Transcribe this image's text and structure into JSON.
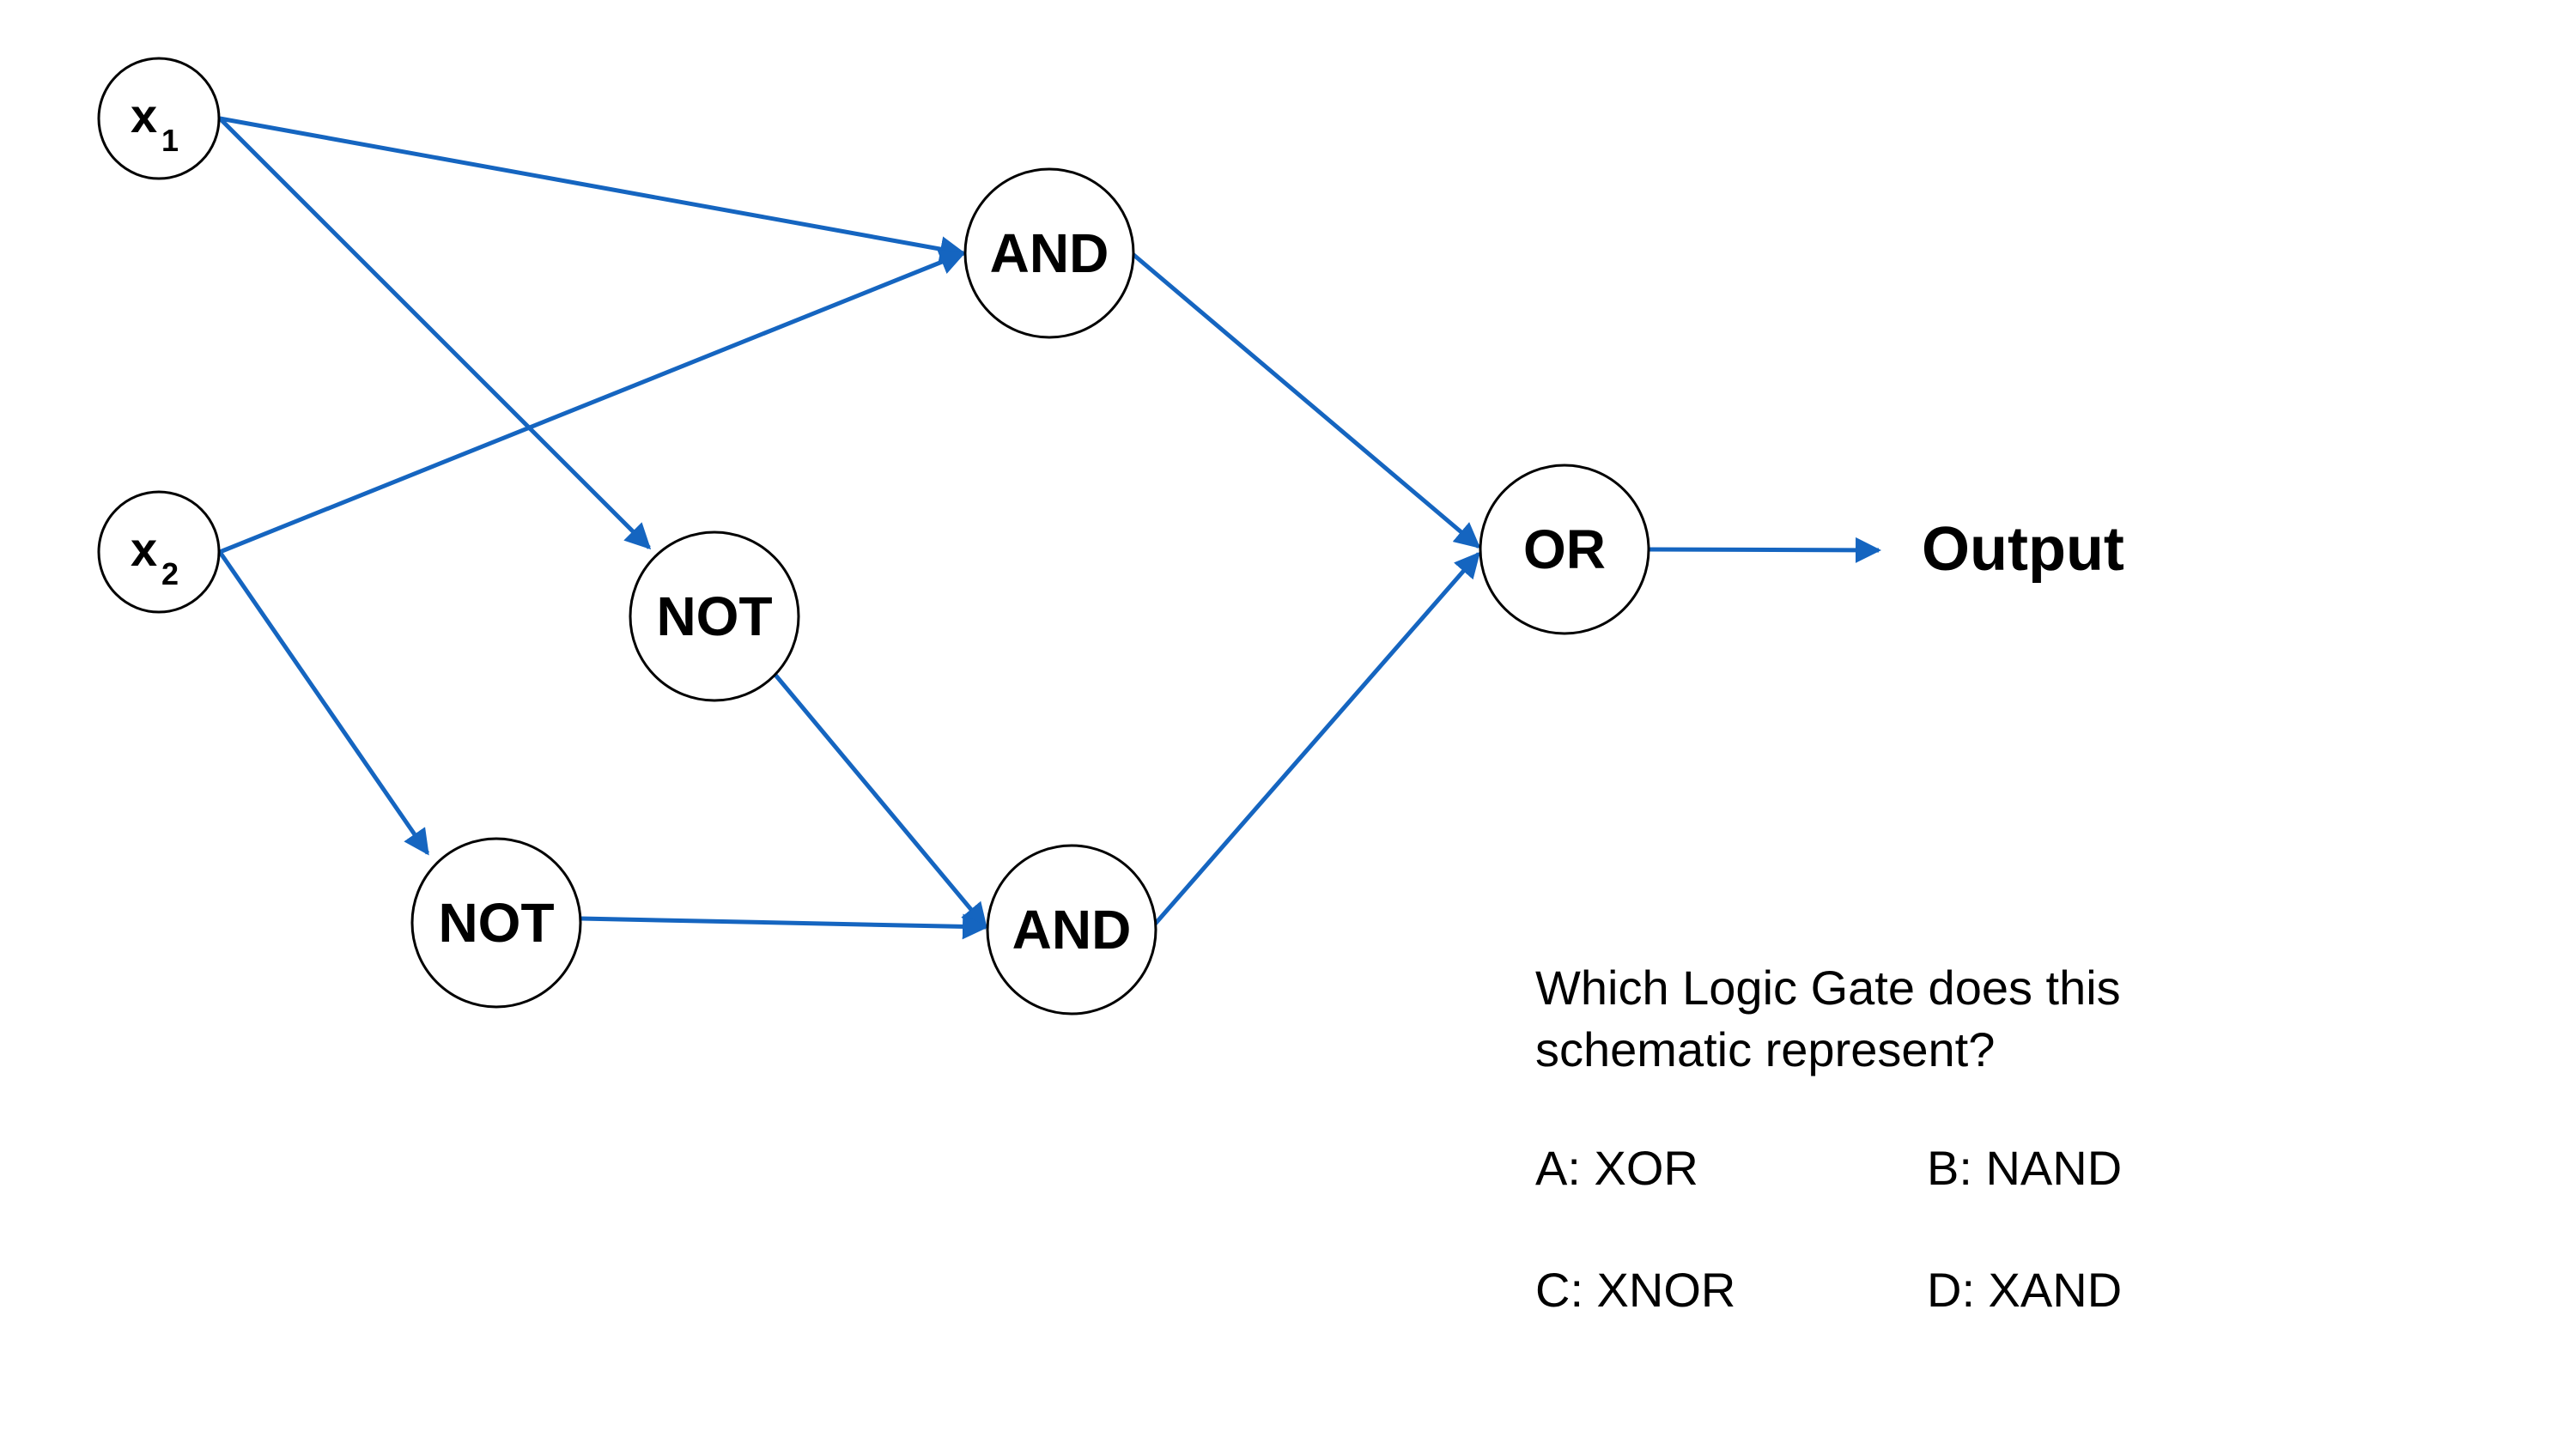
{
  "diagram": {
    "edge_color": "#1565C0",
    "inputs": [
      {
        "id": "x1",
        "label": "x",
        "subscript": "1"
      },
      {
        "id": "x2",
        "label": "x",
        "subscript": "2"
      }
    ],
    "gates": [
      {
        "id": "and_top",
        "label": "AND"
      },
      {
        "id": "not_mid",
        "label": "NOT"
      },
      {
        "id": "not_low",
        "label": "NOT"
      },
      {
        "id": "and_bottom",
        "label": "AND"
      },
      {
        "id": "or",
        "label": "OR"
      }
    ],
    "connections": [
      {
        "from": "x1",
        "to": "and_top"
      },
      {
        "from": "x1",
        "to": "not_mid"
      },
      {
        "from": "x2",
        "to": "and_top"
      },
      {
        "from": "x2",
        "to": "not_low"
      },
      {
        "from": "not_mid",
        "to": "and_bottom"
      },
      {
        "from": "not_low",
        "to": "and_bottom"
      },
      {
        "from": "and_top",
        "to": "or"
      },
      {
        "from": "and_bottom",
        "to": "or"
      },
      {
        "from": "or",
        "to": "output"
      }
    ],
    "output_label": "Output"
  },
  "quiz": {
    "question": "Which Logic Gate does this schematic represent?",
    "options": [
      {
        "key": "A",
        "text": "A: XOR"
      },
      {
        "key": "B",
        "text": "B: NAND"
      },
      {
        "key": "C",
        "text": "C: XNOR"
      },
      {
        "key": "D",
        "text": "D: XAND"
      }
    ]
  }
}
